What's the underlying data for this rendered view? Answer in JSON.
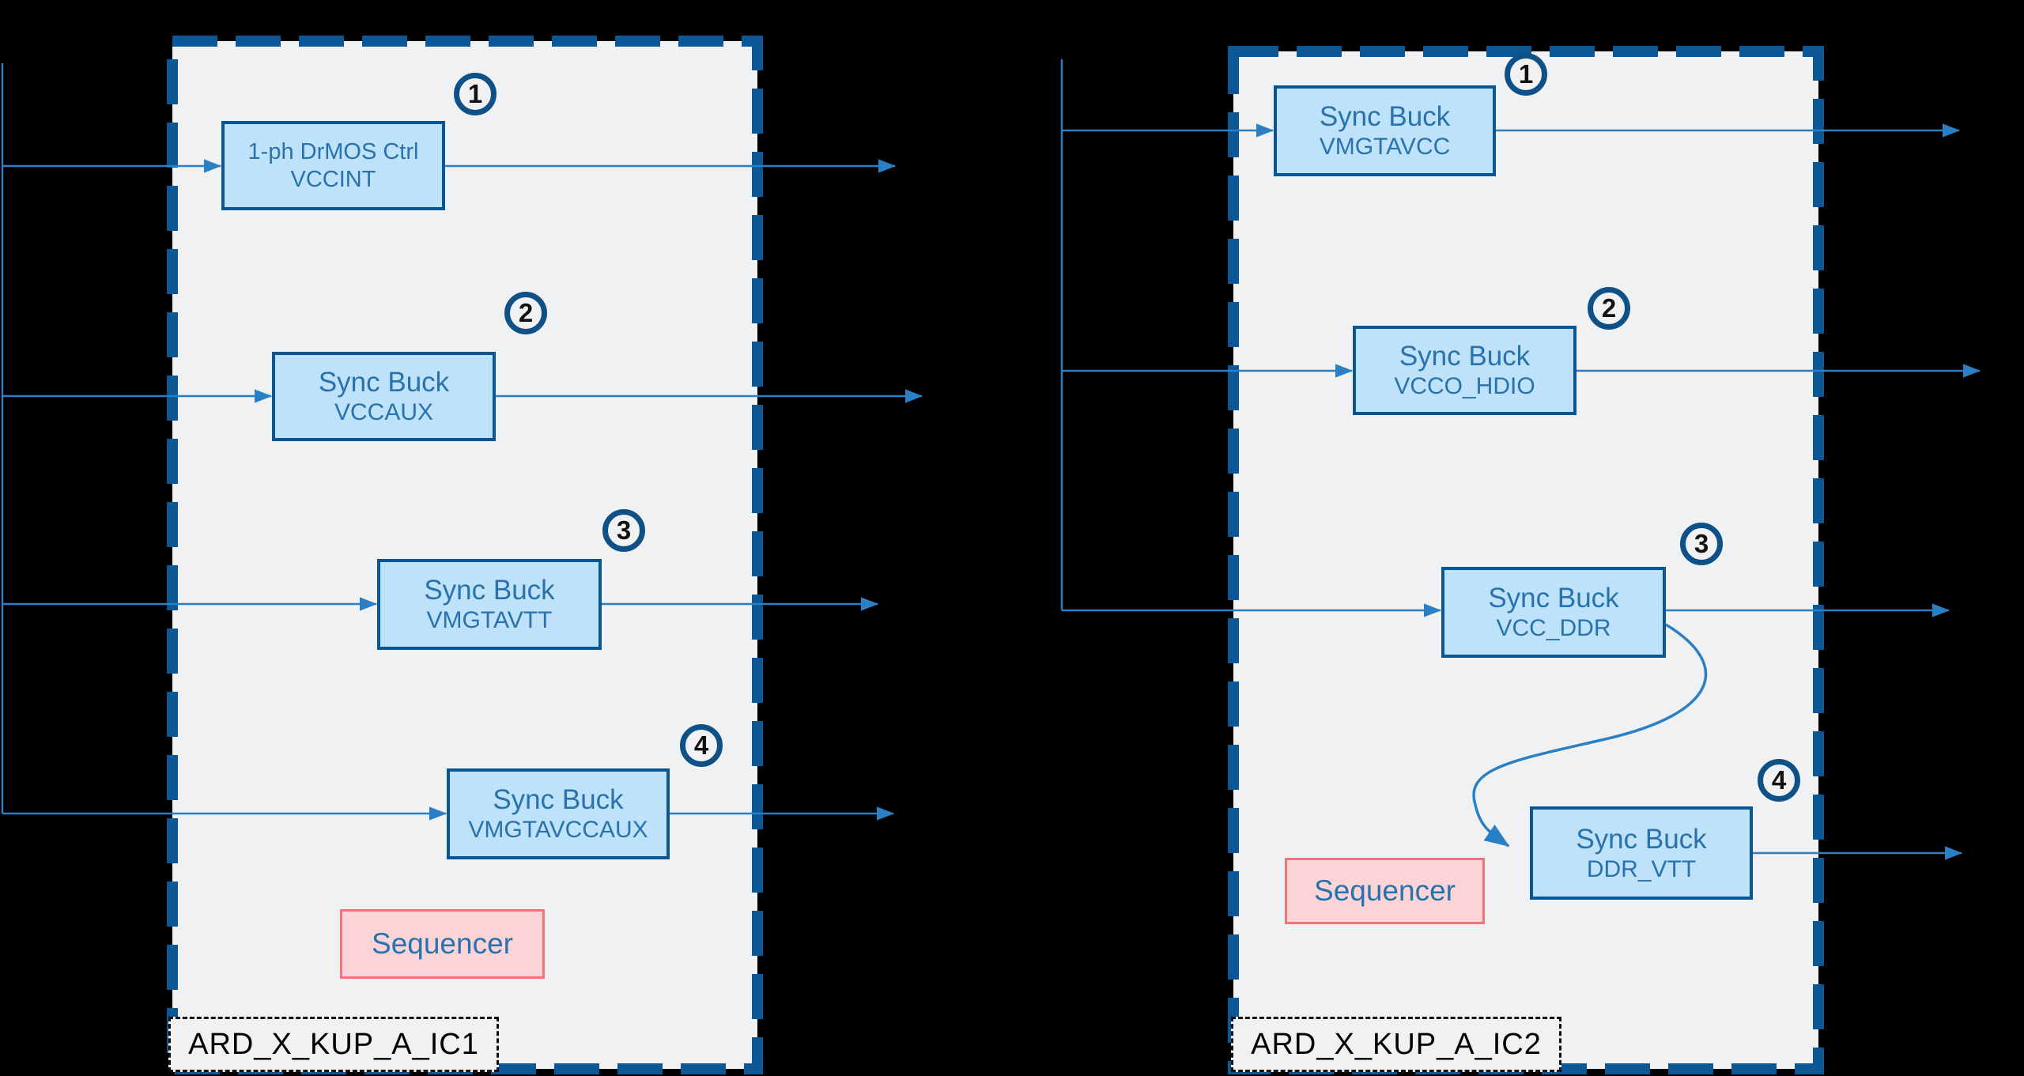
{
  "colors": {
    "background": "#000000",
    "container_fill": "#F0F1F2",
    "container_border": "#0C5795",
    "block_fill": "#BDE2FA",
    "block_border": "#0A5694",
    "block_text": "#2A72AC",
    "wire": "#2B7FC4",
    "circle_ring": "#0F5186",
    "circle_number": "#111111",
    "sequencer_fill": "#FAD4D6",
    "sequencer_border": "#F07479",
    "ic_label_text": "#000000"
  },
  "containers": [
    {
      "label": "ARD_X_KUP_A_IC1",
      "sequencer": "Sequencer",
      "blocks": [
        {
          "num": "1",
          "line1": "1-ph DrMOS Ctrl",
          "line2": "VCCINT"
        },
        {
          "num": "2",
          "line1": "Sync Buck",
          "line2": "VCCAUX"
        },
        {
          "num": "3",
          "line1": "Sync Buck",
          "line2": "VMGTAVTT"
        },
        {
          "num": "4",
          "line1": "Sync Buck",
          "line2": "VMGTAVCCAUX"
        }
      ]
    },
    {
      "label": "ARD_X_KUP_A_IC2",
      "sequencer": "Sequencer",
      "blocks": [
        {
          "num": "1",
          "line1": "Sync Buck",
          "line2": "VMGTAVCC"
        },
        {
          "num": "2",
          "line1": "Sync Buck",
          "line2": "VCCO_HDIO"
        },
        {
          "num": "3",
          "line1": "Sync Buck",
          "line2": "VCC_DDR"
        },
        {
          "num": "4",
          "line1": "Sync Buck",
          "line2": "DDR_VTT"
        }
      ]
    }
  ]
}
